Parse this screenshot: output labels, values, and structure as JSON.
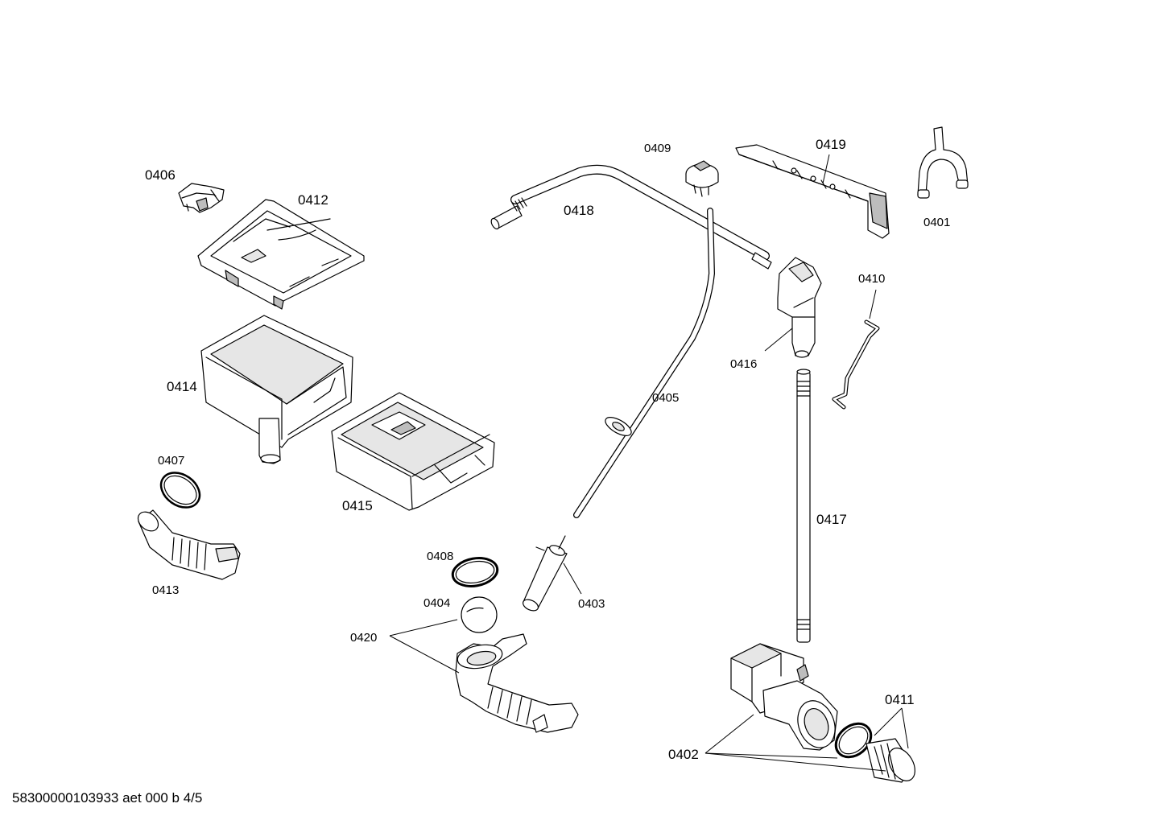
{
  "labels": {
    "p0401": "0401",
    "p0402": "0402",
    "p0403": "0403",
    "p0404": "0404",
    "p0405": "0405",
    "p0406": "0406",
    "p0407": "0407",
    "p0408": "0408",
    "p0409": "0409",
    "p0410": "0410",
    "p0411": "0411",
    "p0412": "0412",
    "p0413": "0413",
    "p0414": "0414",
    "p0415": "0415",
    "p0416": "0416",
    "p0417": "0417",
    "p0418": "0418",
    "p0419": "0419",
    "p0420": "0420"
  },
  "footer": "58300000103933 aet 000 b 4/5"
}
